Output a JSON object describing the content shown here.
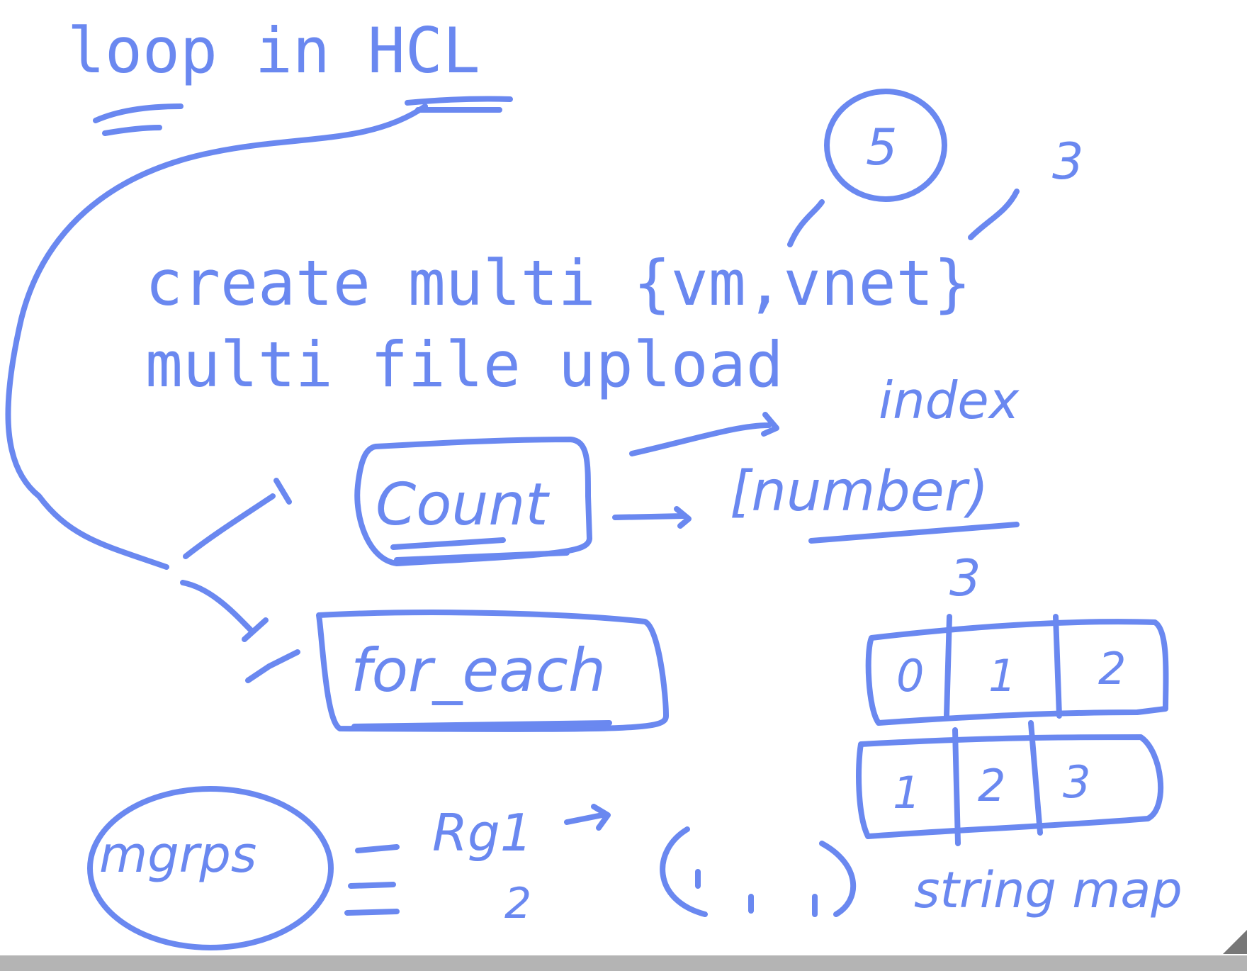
{
  "title": "loop in HCL",
  "line1": "create  multi {vm,vnet}",
  "line2": "multi file upload",
  "circled_number": "5",
  "number_3_top": "3",
  "count_label": "Count",
  "for_each_label": "for_each",
  "index_label": "index",
  "number_label": "[number)",
  "number_3_mid": "3",
  "array_index": [
    "0",
    "1",
    "2"
  ],
  "array_values": [
    "1",
    "2",
    "3"
  ],
  "rg_label": "mgrps",
  "rg_1": "Rg1",
  "rg_2": "2",
  "tuple_label": "( , , )",
  "string_map_label": "string map",
  "colors": {
    "ink": "#6A88F0",
    "bar": "#b4b4b4"
  },
  "icons": [
    "resize-corner-icon"
  ]
}
